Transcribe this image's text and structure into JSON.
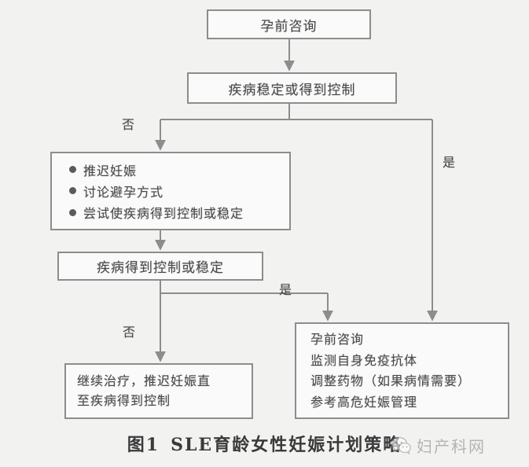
{
  "figure": {
    "caption_number": "图1",
    "caption_title": "SLE育龄女性妊娠计划策略"
  },
  "nodes": {
    "preconception_top": {
      "label": "孕前咨询"
    },
    "disease_stable": {
      "label": "疾病稳定或得到控制"
    },
    "actions": {
      "items": [
        "推迟妊娠",
        "讨论避孕方式",
        "尝试使疾病得到控制或稳定"
      ]
    },
    "disease_controlled": {
      "label": "疾病得到控制或稳定"
    },
    "continue_treatment": {
      "line1": "继续治疗，推迟妊娠直",
      "line2": "至疾病得到控制"
    },
    "pregnancy_plan": {
      "items": [
        "孕前咨询",
        "监测自身免疫抗体",
        "调整药物（如果病情需要）",
        "参考高危妊娠管理"
      ]
    }
  },
  "edges": {
    "no_top": "否",
    "yes_right": "是",
    "yes_mid": "是",
    "no_bottom": "否"
  },
  "watermark": {
    "text": "妇产科网",
    "icon": "wechat-logo-icon"
  },
  "colors": {
    "background": "#f2f2f1",
    "box_border": "#8d8d8d",
    "box_fill": "#fafafa",
    "text": "#4a4a4a",
    "connector": "#8d8d8d"
  }
}
